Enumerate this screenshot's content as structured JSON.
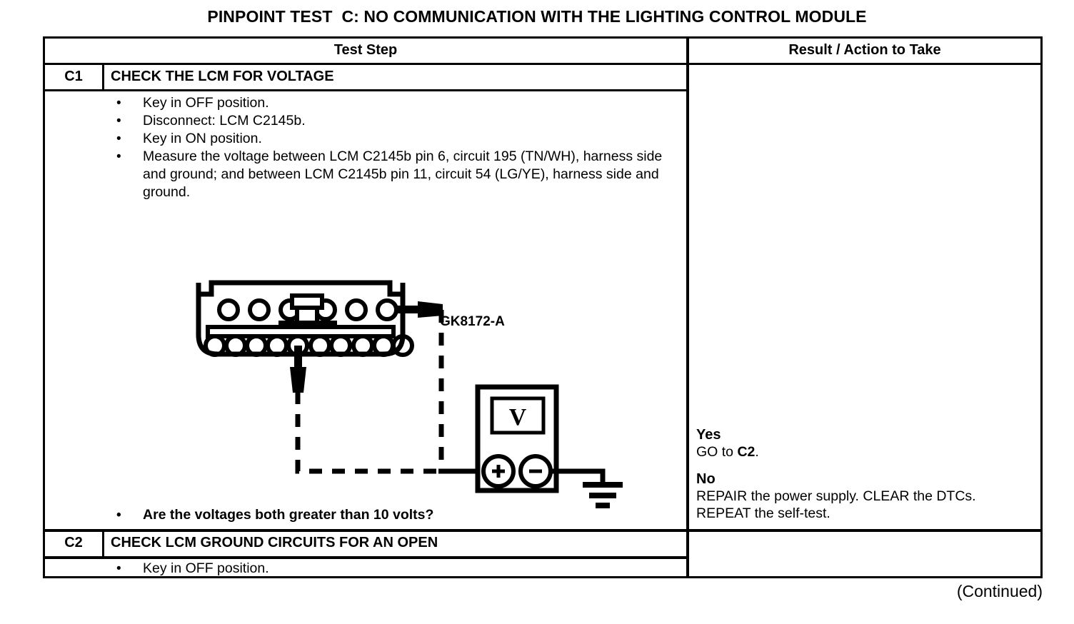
{
  "document": {
    "title": "PINPOINT TEST  C: NO COMMUNICATION WITH THE LIGHTING CONTROL MODULE",
    "continued_label": "(Continued)"
  },
  "table": {
    "headers": {
      "test_step": "Test Step",
      "result_action": "Result / Action to Take"
    },
    "steps": [
      {
        "id": "C1",
        "title": "CHECK THE LCM FOR VOLTAGE",
        "bullets": [
          "Key in OFF position.",
          "Disconnect: LCM C2145b.",
          "Key in ON position.",
          "Measure the voltage between LCM C2145b pin 6, circuit 195 (TN/WH), harness side and ground; and between LCM C2145b pin 11, circuit 54 (LG/YE), harness side and ground."
        ],
        "question": "Are the voltages both greater than 10 volts?",
        "figure_id": "GK8172-A",
        "results": [
          {
            "answer": "Yes",
            "action_prefix": "GO to ",
            "action_target": "C2",
            "action_suffix": "."
          },
          {
            "answer": "No",
            "action_prefix": "REPAIR the power supply. CLEAR the DTCs. REPEAT the self-test.",
            "action_target": "",
            "action_suffix": ""
          }
        ]
      },
      {
        "id": "C2",
        "title": "CHECK LCM GROUND CIRCUITS FOR AN OPEN",
        "bullets": [
          "Key in OFF position."
        ],
        "question": "",
        "figure_id": "",
        "results": []
      }
    ]
  },
  "diagram": {
    "name": "lcm-connector-voltage-measurement",
    "figure_id": "GK8172-A",
    "meter": {
      "display_symbol": "V",
      "positive_terminal": "+",
      "negative_terminal": "−",
      "ground_symbol": "earth-ground"
    },
    "connector": {
      "top_row_pins": 6,
      "bottom_row_pins": 10,
      "probe_top_pin_index": 6,
      "probe_bottom_pin_index": 5
    }
  },
  "colors": {
    "ink": "#000000",
    "paper": "#ffffff"
  }
}
